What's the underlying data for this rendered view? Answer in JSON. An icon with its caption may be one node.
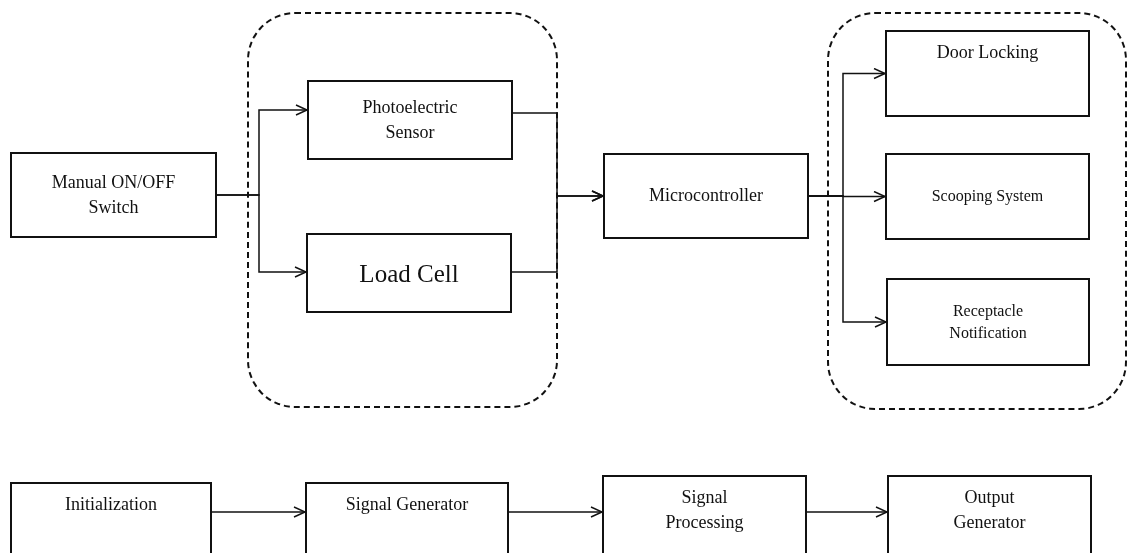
{
  "diagram": {
    "nodes": [
      {
        "text": [],
        "shape": "box"
      },
      {
        "text": [
          "Manual ON/OFF Switch"
        ]
      },
      {
        "text": [
          "Photoelectric Sensor"
        ],
        "in": 0
      },
      {
        "text": [
          "Load Cell"
        ],
        "in": 0
      },
      {
        "text": [
          "Microcontroller"
        ]
      },
      {
        "text": [],
        "shape": "box"
      },
      {
        "text": [
          "Door Locking"
        ],
        "in": 5
      },
      {
        "text": [
          "Scooping System"
        ],
        "in": 5
      },
      {
        "text": [
          "Receptacle Notification"
        ],
        "in": 5
      },
      {
        "text": [
          "Initialization"
        ]
      },
      {
        "text": [
          "Signal Generator"
        ]
      },
      {
        "text": [
          "Signal Processing"
        ]
      },
      {
        "text": [
          "Output Generator"
        ]
      }
    ],
    "edges": [
      {
        "from": 1,
        "to": 2,
        "arrow": "to"
      },
      {
        "from": 1,
        "to": 3,
        "arrow": "to"
      },
      {
        "from": 2,
        "to": 4,
        "arrow": "to"
      },
      {
        "from": 3,
        "to": 4,
        "arrow": "to"
      },
      {
        "from": 4,
        "to": 6,
        "arrow": "to"
      },
      {
        "from": 4,
        "to": 7,
        "arrow": "to"
      },
      {
        "from": 4,
        "to": 8,
        "arrow": "to"
      },
      {
        "from": 9,
        "to": 10,
        "arrow": "to"
      },
      {
        "from": 10,
        "to": 11,
        "arrow": "to"
      },
      {
        "from": 11,
        "to": 12,
        "arrow": "to"
      }
    ]
  }
}
